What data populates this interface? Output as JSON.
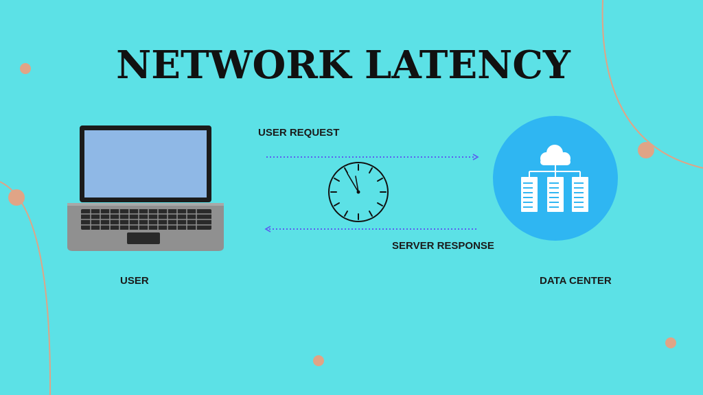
{
  "title": "NETWORK LATENCY",
  "labels": {
    "request": "USER REQUEST",
    "response": "SERVER RESPONSE",
    "user": "USER",
    "datacenter": "DATA CENTER"
  },
  "icons": {
    "laptop": "laptop-icon",
    "clock": "clock-icon",
    "datacenter": "data-center-icon",
    "cloud": "cloud-icon"
  },
  "colors": {
    "background": "#5ce1e6",
    "accent_dots": "#e0a486",
    "arrow": "#5b5cf0",
    "server_circle": "#2fb6f2",
    "title": "#111111"
  }
}
